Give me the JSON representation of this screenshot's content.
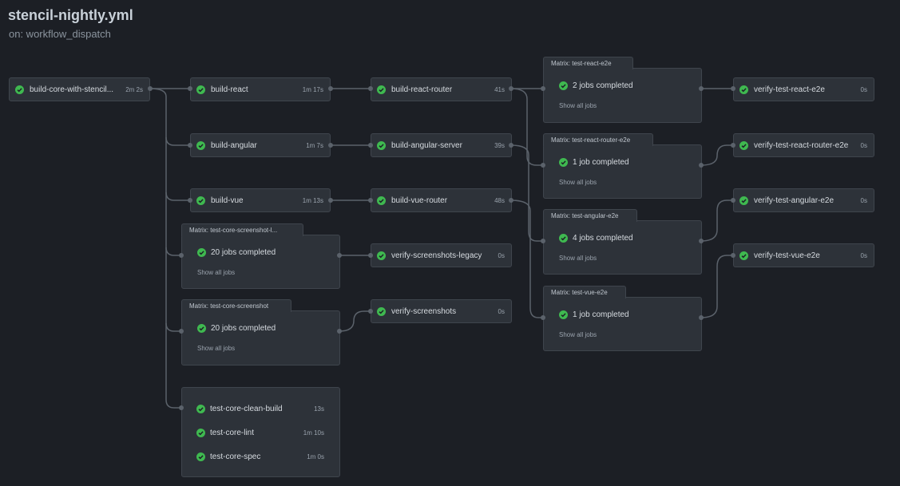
{
  "header": {
    "title": "stencil-nightly.yml",
    "trigger": "on: workflow_dispatch"
  },
  "colors": {
    "background": "#1c1f25",
    "success": "#3fb950",
    "card": "#2d3239",
    "edge": "#5b626b"
  },
  "icons": {
    "status": "check-circle-icon"
  },
  "jobs": {
    "build_core": {
      "name": "build-core-with-stencil...",
      "duration": "2m 2s"
    },
    "build_react": {
      "name": "build-react",
      "duration": "1m 17s"
    },
    "build_angular": {
      "name": "build-angular",
      "duration": "1m 7s"
    },
    "build_vue": {
      "name": "build-vue",
      "duration": "1m 13s"
    },
    "build_react_router": {
      "name": "build-react-router",
      "duration": "41s"
    },
    "build_angular_server": {
      "name": "build-angular-server",
      "duration": "39s"
    },
    "build_vue_router": {
      "name": "build-vue-router",
      "duration": "48s"
    },
    "verify_screenshots_legacy": {
      "name": "verify-screenshots-legacy",
      "duration": "0s"
    },
    "verify_screenshots": {
      "name": "verify-screenshots",
      "duration": "0s"
    },
    "verify_test_react_e2e": {
      "name": "verify-test-react-e2e",
      "duration": "0s"
    },
    "verify_test_react_router_e2e": {
      "name": "verify-test-react-router-e2e",
      "duration": "0s"
    },
    "verify_test_angular_e2e": {
      "name": "verify-test-angular-e2e",
      "duration": "0s"
    },
    "verify_test_vue_e2e": {
      "name": "verify-test-vue-e2e",
      "duration": "0s"
    }
  },
  "matrices": {
    "screenshot_legacy": {
      "label": "Matrix: test-core-screenshot-l...",
      "status": "20 jobs completed",
      "link": "Show all jobs"
    },
    "screenshot": {
      "label": "Matrix: test-core-screenshot",
      "status": "20 jobs completed",
      "link": "Show all jobs"
    },
    "react_e2e": {
      "label": "Matrix: test-react-e2e",
      "status": "2 jobs completed",
      "link": "Show all jobs"
    },
    "react_router_e2e": {
      "label": "Matrix: test-react-router-e2e",
      "status": "1 job completed",
      "link": "Show all jobs"
    },
    "angular_e2e": {
      "label": "Matrix: test-angular-e2e",
      "status": "4 jobs completed",
      "link": "Show all jobs"
    },
    "vue_e2e": {
      "label": "Matrix: test-vue-e2e",
      "status": "1 job completed",
      "link": "Show all jobs"
    }
  },
  "core_group": [
    {
      "name": "test-core-clean-build",
      "duration": "13s"
    },
    {
      "name": "test-core-lint",
      "duration": "1m 10s"
    },
    {
      "name": "test-core-spec",
      "duration": "1m 0s"
    }
  ]
}
